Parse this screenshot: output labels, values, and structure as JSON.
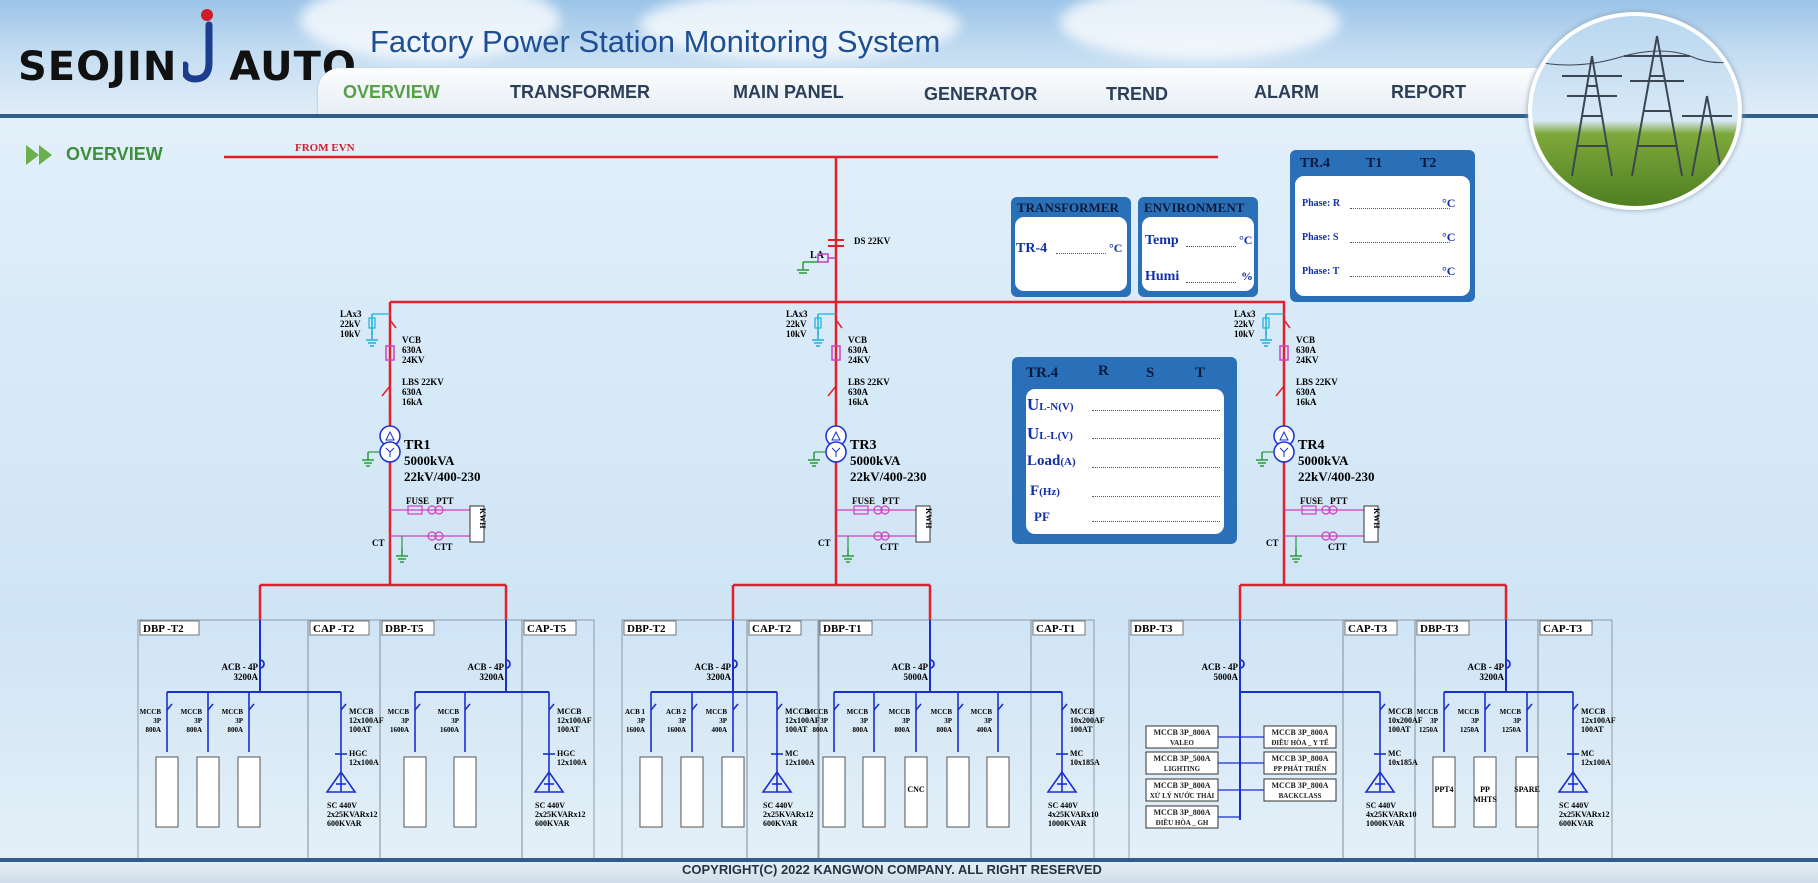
{
  "header": {
    "logo_left": "SEOJIN",
    "logo_right": "AUTO",
    "system_title": "Factory Power Station Monitoring System",
    "nav": [
      {
        "label": "OVERVIEW",
        "active": true
      },
      {
        "label": "TRANSFORMER",
        "active": false
      },
      {
        "label": "MAIN PANEL",
        "active": false
      },
      {
        "label": "GENERATOR",
        "active": false
      },
      {
        "label": "TREND",
        "active": false
      },
      {
        "label": "ALARM",
        "active": false
      },
      {
        "label": "REPORT",
        "active": false
      }
    ]
  },
  "breadcrumb": "OVERVIEW",
  "source_label": "FROM EVN",
  "incoming": {
    "ds": "DS 22KV",
    "la": "LA"
  },
  "feeders": [
    {
      "lax": [
        "LAx3",
        "22kV",
        "10kV"
      ],
      "vcb": [
        "VCB",
        "630A",
        "24KV"
      ],
      "lbs": [
        "LBS 22KV",
        "630A",
        "16kA"
      ],
      "tr_name": "TR1",
      "tr_kva": "5000kVA",
      "tr_volt": "22kV/400-230",
      "fuse": "FUSE",
      "ptt": "PTT",
      "ct": "CT",
      "ctt": "CTT",
      "kwh": "KWH"
    },
    {
      "lax": [
        "LAx3",
        "22kV",
        "10kV"
      ],
      "vcb": [
        "VCB",
        "630A",
        "24KV"
      ],
      "lbs": [
        "LBS 22KV",
        "630A",
        "16kA"
      ],
      "tr_name": "TR3",
      "tr_kva": "5000kVA",
      "tr_volt": "22kV/400-230",
      "fuse": "FUSE",
      "ptt": "PTT",
      "ct": "CT",
      "ctt": "CTT",
      "kwh": "KWH"
    },
    {
      "lax": [
        "LAx3",
        "22kV",
        "10kV"
      ],
      "vcb": [
        "VCB",
        "630A",
        "24KV"
      ],
      "lbs": [
        "LBS 22KV",
        "630A",
        "16kA"
      ],
      "tr_name": "TR4",
      "tr_kva": "5000kVA",
      "tr_volt": "22kV/400-230",
      "fuse": "FUSE",
      "ptt": "PTT",
      "ct": "CT",
      "ctt": "CTT",
      "kwh": "KWH"
    }
  ],
  "transformer_panel": {
    "title": "TRANSFORMER",
    "label": "TR-4",
    "unit": "°C"
  },
  "environment_panel": {
    "title": "ENVIRONMENT",
    "temp_label": "Temp",
    "temp_unit": "°C",
    "humi_label": "Humi",
    "humi_unit": "%"
  },
  "tr4_temp_panel": {
    "title": "TR.4",
    "col1": "T1",
    "col2": "T2",
    "rows": [
      {
        "label": "Phase: R",
        "unit": "°C"
      },
      {
        "label": "Phase: S",
        "unit": "°C"
      },
      {
        "label": "Phase: T",
        "unit": "°C"
      }
    ]
  },
  "tr4_meter_panel": {
    "title": "TR.4",
    "cols": [
      "R",
      "S",
      "T"
    ],
    "rows": [
      {
        "main": "U",
        "sub": "L-N(V)"
      },
      {
        "main": "U",
        "sub": "L-L(V)"
      },
      {
        "main": "Load",
        "sub": "(A)"
      },
      {
        "main": "F",
        "sub": "(Hz)"
      },
      {
        "main": "PF",
        "sub": ""
      }
    ]
  },
  "panels": [
    {
      "label": "DBP -T2"
    },
    {
      "label": "CAP -T2"
    },
    {
      "label": "DBP-T5"
    },
    {
      "label": "CAP-T5"
    },
    {
      "label": "DBP-T2"
    },
    {
      "label": "CAP-T2"
    },
    {
      "label": "DBP-T1"
    },
    {
      "label": "CAP-T1"
    },
    {
      "label": "DBP-T3"
    },
    {
      "label": "CAP-T3"
    },
    {
      "label": "DBP-T3"
    },
    {
      "label": "CAP-T3"
    }
  ],
  "acb": [
    {
      "name": "ACB - 4P",
      "rating": "3200A"
    },
    {
      "name": "ACB - 4P",
      "rating": "3200A"
    },
    {
      "name": "ACB - 4P",
      "rating": "3200A"
    },
    {
      "name": "ACB - 4P",
      "rating": "5000A"
    },
    {
      "name": "ACB - 4P",
      "rating": "5000A"
    },
    {
      "name": "ACB - 4P",
      "rating": "3200A"
    }
  ],
  "branches": {
    "g1": [
      [
        "MCCB",
        "3P",
        "800A"
      ],
      [
        "MCCB",
        "3P",
        "800A"
      ],
      [
        "MCCB",
        "3P",
        "800A"
      ]
    ],
    "g1cap": [
      "MCCB",
      "12x100AF",
      "100AT"
    ],
    "g1hgc": [
      "HGC",
      "12x100A"
    ],
    "g1sc": [
      "SC 440V",
      "2x25KVARx12",
      "600KVAR"
    ],
    "g2": [
      [
        "MCCB",
        "3P",
        "1600A"
      ],
      [
        "MCCB",
        "3P",
        "1600A"
      ]
    ],
    "g2cap": [
      "MCCB",
      "12x100AF",
      "100AT"
    ],
    "g2hgc": [
      "HGC",
      "12x100A"
    ],
    "g2sc": [
      "SC 440V",
      "2x25KVARx12",
      "600KVAR"
    ],
    "g3": [
      [
        "ACB 1",
        "3P",
        "1600A"
      ],
      [
        "ACB 2",
        "3P",
        "1600A"
      ],
      [
        "MCCB",
        "3P",
        "400A"
      ]
    ],
    "g3cap": [
      "MCCB",
      "12x100AF",
      "100AT"
    ],
    "g3mc": [
      "MC",
      "12x100A"
    ],
    "g3sc": [
      "SC 440V",
      "2x25KVARx12",
      "600KVAR"
    ],
    "g4": [
      [
        "MCCB",
        "3P",
        "800A"
      ],
      [
        "MCCB",
        "3P",
        "800A"
      ],
      [
        "MCCB",
        "3P",
        "800A"
      ],
      [
        "MCCB",
        "3P",
        "800A"
      ],
      [
        "MCCB",
        "3P",
        "400A"
      ]
    ],
    "g4cnc": "CNC",
    "g4cap": [
      "MCCB",
      "10x200AF",
      "100AT"
    ],
    "g4mc": [
      "MC",
      "10x185A"
    ],
    "g4sc": [
      "SC 440V",
      "4x25KVARx10",
      "1000KVAR"
    ],
    "g5boxes": [
      {
        "l1": "MCCB 3P_800A",
        "l2": "VALEO"
      },
      {
        "l1": "MCCB 3P_500A",
        "l2": "LIGHTING"
      },
      {
        "l1": "MCCB 3P_800A",
        "l2": "XỬ LÝ NƯỚC THẢI"
      },
      {
        "l1": "MCCB 3P_800A",
        "l2": "ĐIỀU HÒA _ GH"
      },
      {
        "l1": "MCCB 3P_800A",
        "l2": "ĐIỀU HÒA _ Y TẾ"
      },
      {
        "l1": "MCCB 3P_800A",
        "l2": "PP PHÁT TRIỂN"
      },
      {
        "l1": "MCCB 3P_800A",
        "l2": "BACKCLASS"
      }
    ],
    "g5cap": [
      "MCCB",
      "10x200AF",
      "100AT"
    ],
    "g5mc": [
      "MC",
      "10x185A"
    ],
    "g5sc": [
      "SC 440V",
      "4x25KVARx10",
      "1000KVAR"
    ],
    "g6": [
      [
        "MCCB",
        "3P",
        "1250A"
      ],
      [
        "MCCB",
        "3P",
        "1250A"
      ],
      [
        "MCCB",
        "3P",
        "1250A"
      ]
    ],
    "g6loads": [
      "PPT4",
      "PP\nMHTS",
      "SPARE"
    ],
    "g6cap": [
      "MCCB",
      "12x100AF",
      "100AT"
    ],
    "g6mc": [
      "MC",
      "12x100A"
    ],
    "g6sc": [
      "SC 440V",
      "2x25KVARx12",
      "600KVAR"
    ]
  },
  "footer": "COPYRIGHT(C) 2022 KANGWON COMPANY. ALL RIGHT RESERVED",
  "colors": {
    "busbar": "#e0202a",
    "lv": "#1b2fd0",
    "panel_blue": "#2a70b8",
    "active_nav": "#58a048",
    "title_blue": "#1e4f93"
  }
}
